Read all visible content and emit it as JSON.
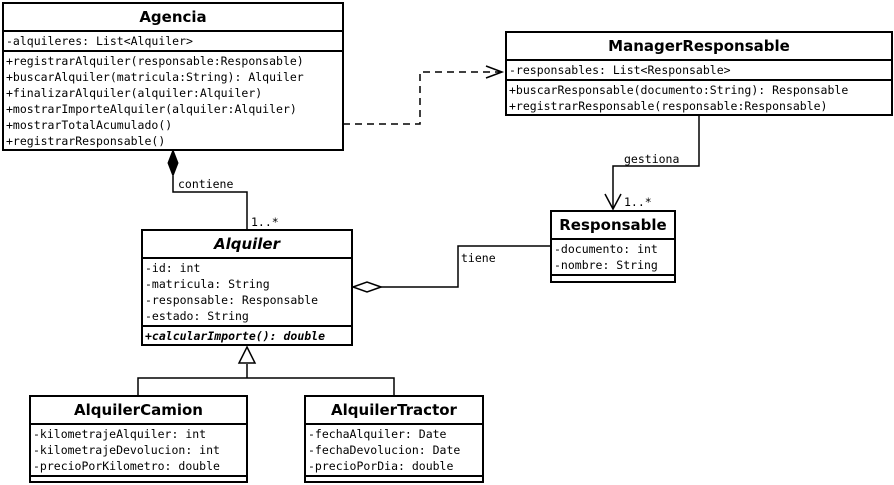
{
  "classes": {
    "agencia": {
      "name": "Agencia",
      "attributes": [
        "-alquileres: List<Alquiler>"
      ],
      "methods": [
        "+registrarAlquiler(responsable:Responsable)",
        "+buscarAlquiler(matricula:String): Alquiler",
        "+finalizarAlquiler(alquiler:Alquiler)",
        "+mostrarImporteAlquiler(alquiler:Alquiler)",
        "+mostrarTotalAcumulado()",
        "+registrarResponsable()"
      ]
    },
    "manager": {
      "name": "ManagerResponsable",
      "attributes": [
        "-responsables: List<Responsable>"
      ],
      "methods": [
        "+buscarResponsable(documento:String): Responsable",
        "+registrarResponsable(responsable:Responsable)"
      ]
    },
    "responsable": {
      "name": "Responsable",
      "attributes": [
        "-documento: int",
        "-nombre: String"
      ]
    },
    "alquiler": {
      "name": "Alquiler",
      "attributes": [
        "-id: int",
        "-matricula: String",
        "-responsable: Responsable",
        "-estado: String"
      ],
      "methods": [
        "+calcularImporte(): double"
      ]
    },
    "camion": {
      "name": "AlquilerCamion",
      "attributes": [
        "-kilometrajeAlquiler: int",
        "-kilometrajeDevolucion: int",
        "-precioPorKilometro: double"
      ]
    },
    "tractor": {
      "name": "AlquilerTractor",
      "attributes": [
        "-fechaAlquiler: Date",
        "-fechaDevolucion: Date",
        "-precioPorDia: double"
      ]
    }
  },
  "relations": {
    "contiene": "contiene",
    "contiene_mult": "1..*",
    "gestiona": "gestiona",
    "gestiona_mult": "1..*",
    "tiene": "tiene"
  }
}
